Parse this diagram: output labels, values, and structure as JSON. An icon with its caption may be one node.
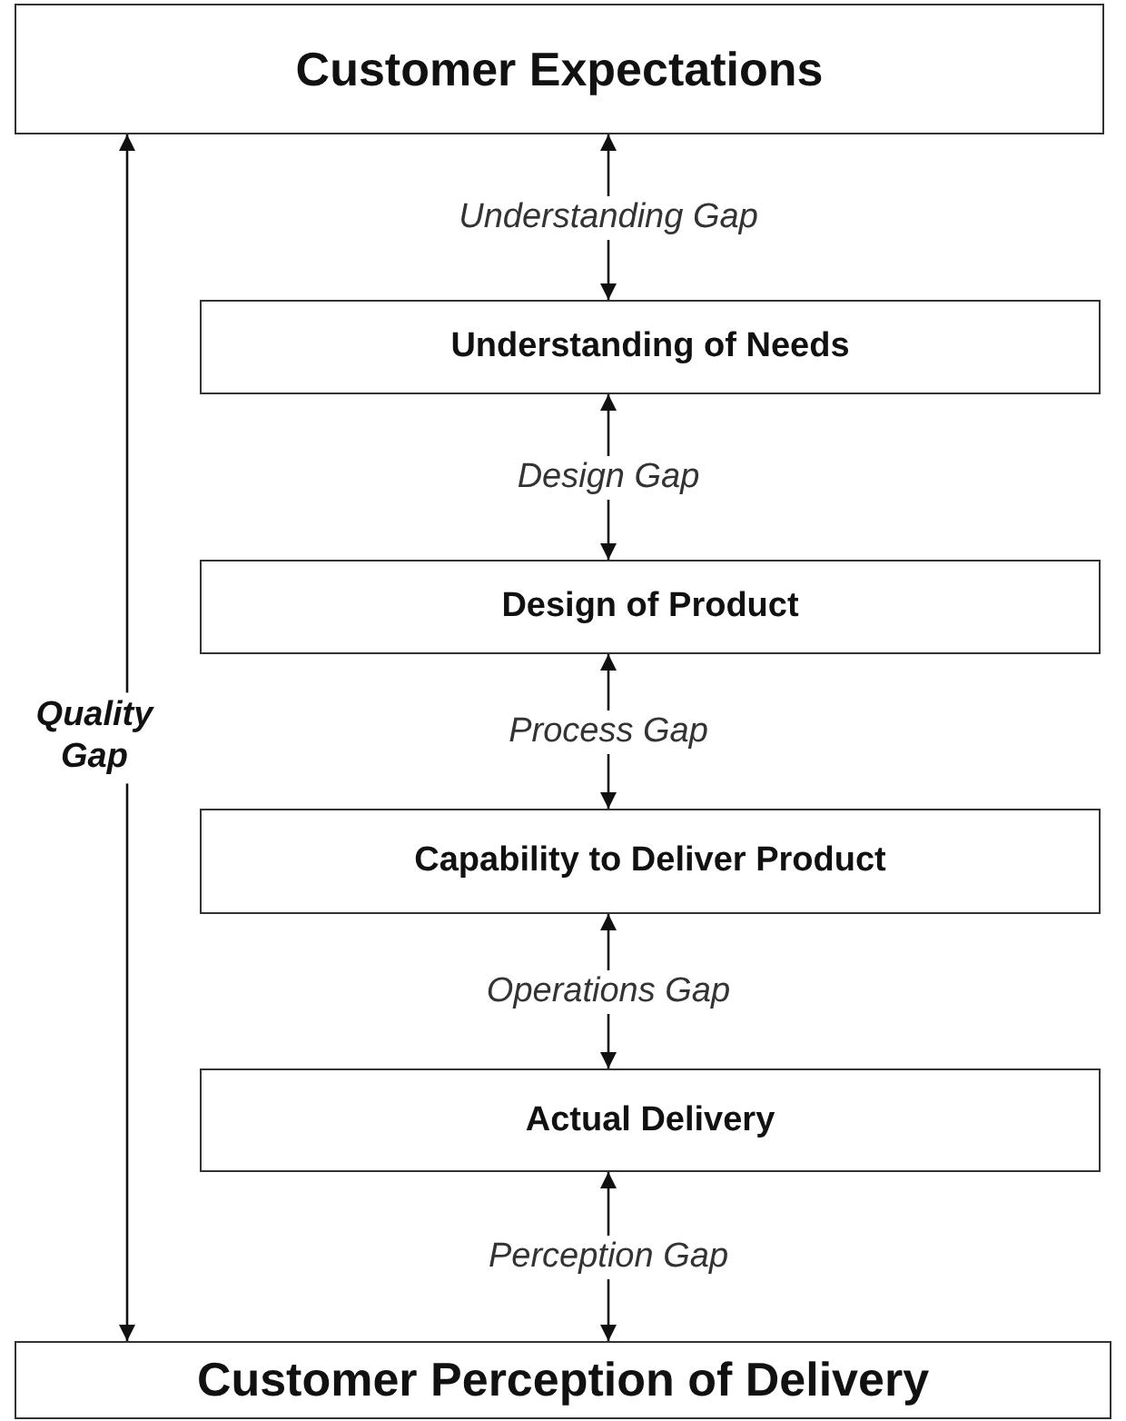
{
  "diagram": {
    "nodes": [
      {
        "text": [
          "Customer Expectations"
        ]
      },
      {
        "text": [
          "Understanding of Needs"
        ]
      },
      {
        "text": [
          "Design of Product"
        ]
      },
      {
        "text": [
          "Capability to Deliver Product"
        ]
      },
      {
        "text": [
          "Actual Delivery"
        ]
      },
      {
        "text": [
          "Customer Perception of Delivery"
        ]
      }
    ],
    "edges": [
      {
        "from": 0,
        "to": 1,
        "arrow": "both",
        "label": "Understanding Gap"
      },
      {
        "from": 1,
        "to": 2,
        "arrow": "both",
        "label": "Design Gap"
      },
      {
        "from": 2,
        "to": 3,
        "arrow": "both",
        "label": "Process Gap"
      },
      {
        "from": 3,
        "to": 4,
        "arrow": "both",
        "label": "Operations Gap"
      },
      {
        "from": 4,
        "to": 5,
        "arrow": "both",
        "label": "Perception Gap"
      },
      {
        "from": 0,
        "to": 5,
        "arrow": "both",
        "label": "Quality Gap"
      }
    ]
  }
}
